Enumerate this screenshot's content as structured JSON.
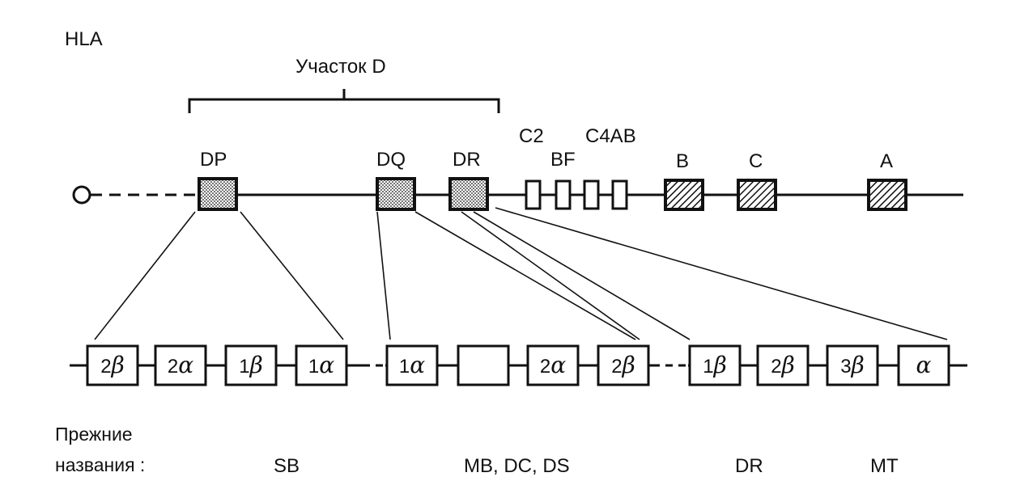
{
  "title": "HLA",
  "region_label": "Участок D",
  "loci": {
    "dp": "DP",
    "dq": "DQ",
    "dr": "DR",
    "c2": "C2",
    "bf": "BF",
    "c4ab": "C4AB",
    "b": "B",
    "c": "C",
    "a": "A"
  },
  "genes": [
    {
      "num": "2",
      "greek": "β"
    },
    {
      "num": "2",
      "greek": "α"
    },
    {
      "num": "1",
      "greek": "β"
    },
    {
      "num": "1",
      "greek": "α"
    },
    {
      "num": "1",
      "greek": "α"
    },
    {
      "num": "",
      "greek": ""
    },
    {
      "num": "2",
      "greek": "α"
    },
    {
      "num": "2",
      "greek": "β"
    },
    {
      "num": "1",
      "greek": "β"
    },
    {
      "num": "2",
      "greek": "β"
    },
    {
      "num": "3",
      "greek": "β"
    },
    {
      "num": "",
      "greek": "α"
    }
  ],
  "former_names": {
    "heading_line1": "Прежние",
    "heading_line2": "названия :",
    "sb": "SB",
    "mb_dc_ds": "MB, DC, DS",
    "dr": "DR",
    "mt": "MT"
  },
  "colors": {
    "ink": "#111111",
    "background": "#ffffff"
  }
}
